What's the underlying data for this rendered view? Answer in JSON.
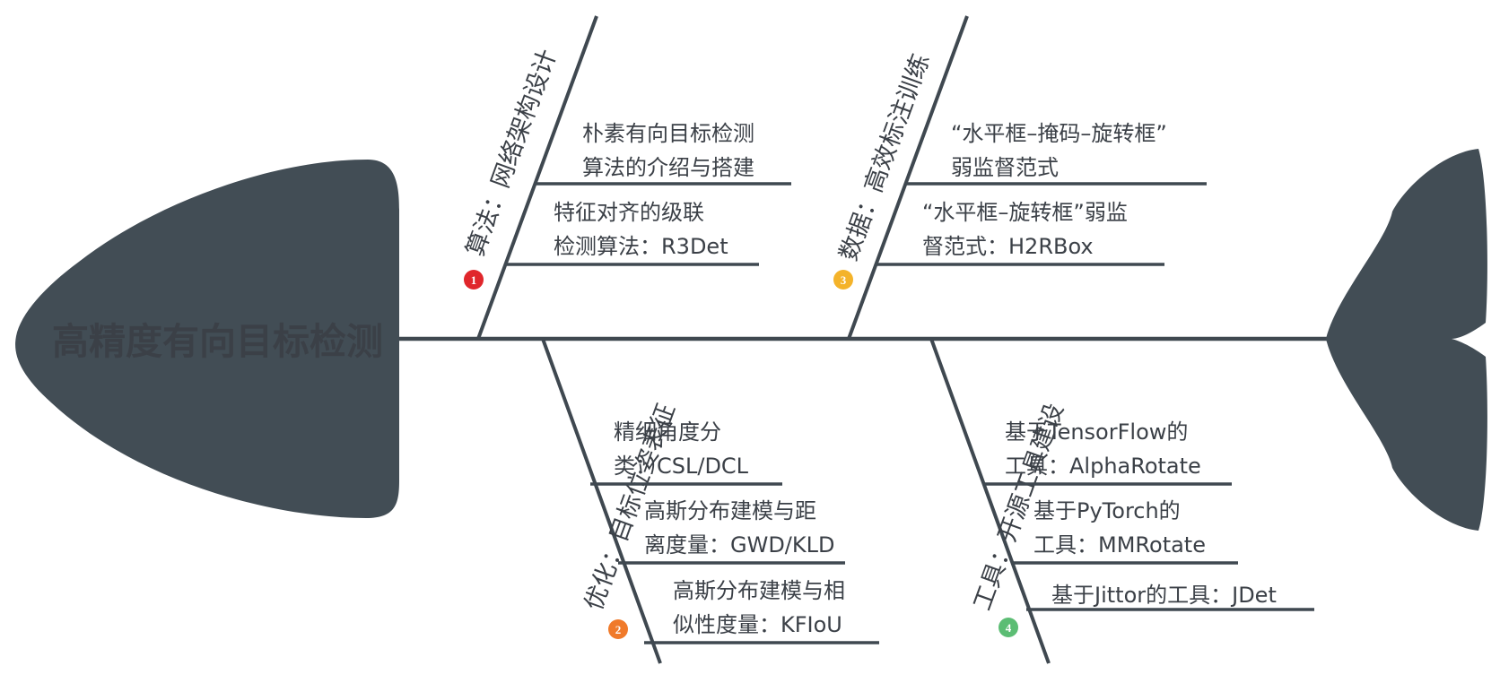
{
  "head": {
    "title": "高精度有向目标检测"
  },
  "colors": {
    "fish": "#424d55",
    "line": "#3f4850",
    "text": "#3b4047",
    "head_text": "#ffffff",
    "badge1": "#e0262b",
    "badge2": "#f07a2a",
    "badge3": "#f4b32a",
    "badge4": "#5cbd74"
  },
  "bones": [
    {
      "badge": "1",
      "label": "算法：网络架构设计",
      "items": [
        {
          "lines": [
            "朴素有向目标检测",
            "算法的介绍与搭建"
          ]
        },
        {
          "lines": [
            "特征对齐的级联",
            "检测算法：R3Det"
          ]
        }
      ]
    },
    {
      "badge": "2",
      "label": "优化：目标位姿表征",
      "items": [
        {
          "lines": [
            "精细角度分",
            "类：CSL/DCL"
          ]
        },
        {
          "lines": [
            "高斯分布建模与距",
            "离度量：GWD/KLD"
          ]
        },
        {
          "lines": [
            "高斯分布建模与相",
            "似性度量：KFIoU"
          ]
        }
      ]
    },
    {
      "badge": "3",
      "label": "数据：高效标注训练",
      "items": [
        {
          "lines": [
            "“水平框–掩码–旋转框”",
            "弱监督范式"
          ]
        },
        {
          "lines": [
            "“水平框–旋转框”弱监",
            "督范式：H2RBox"
          ]
        }
      ]
    },
    {
      "badge": "4",
      "label": "工具：开源工具建设",
      "items": [
        {
          "lines": [
            "基于TensorFlow的",
            "工具：AlphaRotate"
          ]
        },
        {
          "lines": [
            "基于PyTorch的",
            "工具：MMRotate"
          ]
        },
        {
          "lines": [
            "基于Jittor的工具：JDet"
          ]
        }
      ]
    }
  ]
}
